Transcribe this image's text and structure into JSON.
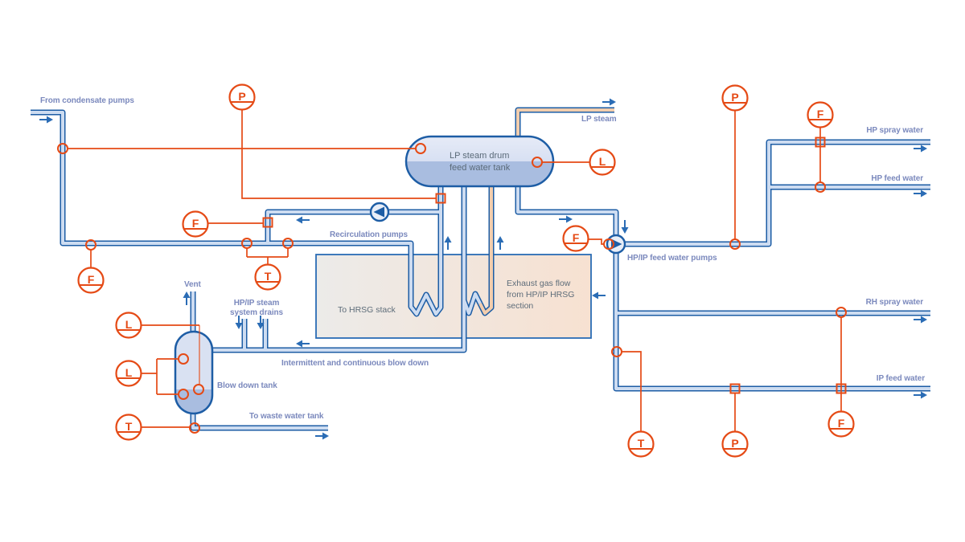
{
  "colors": {
    "pipe_blue": "#1d5da5",
    "pipe_fill": "#cddcf1",
    "steam_fill": "#f2cdad",
    "instrument_orange": "#e54a15",
    "label_periwinkle": "#7b89bd",
    "diagram_text_gray": "#5d6c79",
    "arrow_blue": "#2a6cb5",
    "drum_water": "#a9bde0",
    "box_gradient_left": "#ecebe9",
    "box_gradient_right": "#f7e1d1"
  },
  "equipment": {
    "drum_label_line1": "LP steam drum",
    "drum_label_line2": "feed water tank",
    "blow_down_tank": "Blow down tank",
    "to_hrsg_stack": "To HRSG stack",
    "exhaust_line1": "Exhaust gas flow",
    "exhaust_line2": "from HP/IP HRSG",
    "exhaust_line3": "section"
  },
  "flow_labels": {
    "from_condensate_pumps": "From condensate pumps",
    "lp_steam": "LP steam",
    "recirculation_pumps": "Recirculation pumps",
    "hpip_feed_water_pumps": "HP/IP feed water pumps",
    "hp_spray_water": "HP spray water",
    "hp_feed_water": "HP feed water",
    "rh_spray_water": "RH spray water",
    "ip_feed_water": "IP feed water",
    "vent": "Vent",
    "drains_line1": "HP/IP steam",
    "drains_line2": "system drains",
    "blow_down": "Intermittent and continuous blow down",
    "to_waste_water_tank": "To waste water tank"
  },
  "instruments": [
    {
      "id": "pressure-drum-downcomer",
      "letter": "P"
    },
    {
      "id": "level-drum",
      "letter": "L"
    },
    {
      "id": "flow-recirculation",
      "letter": "F"
    },
    {
      "id": "temperature-feed-line",
      "letter": "T"
    },
    {
      "id": "flow-condensate-feed",
      "letter": "F"
    },
    {
      "id": "flow-pump-suction",
      "letter": "F"
    },
    {
      "id": "pressure-pump-discharge",
      "letter": "P"
    },
    {
      "id": "flow-hp-water",
      "letter": "F"
    },
    {
      "id": "level-blowdown-upper",
      "letter": "L"
    },
    {
      "id": "level-blowdown",
      "letter": "L"
    },
    {
      "id": "temperature-blowdown-drain",
      "letter": "T"
    },
    {
      "id": "temperature-ip-line",
      "letter": "T"
    },
    {
      "id": "pressure-ip-feed",
      "letter": "P"
    },
    {
      "id": "flow-rh-ip-water",
      "letter": "F"
    }
  ]
}
